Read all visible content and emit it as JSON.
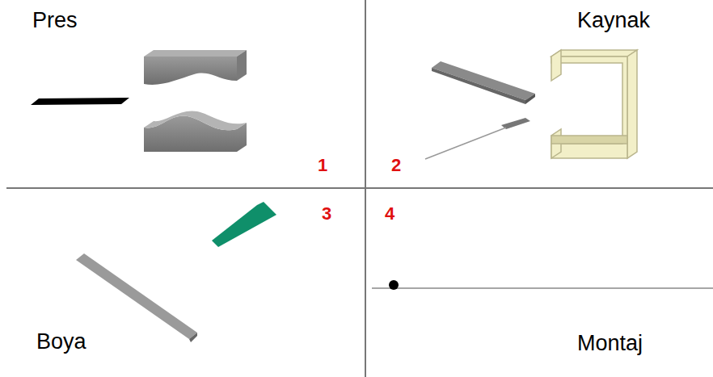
{
  "diagram": {
    "labels": [
      "Pres",
      "Kaynak",
      "1",
      "2",
      "3",
      "4",
      "Boya",
      "Montaj"
    ]
  }
}
